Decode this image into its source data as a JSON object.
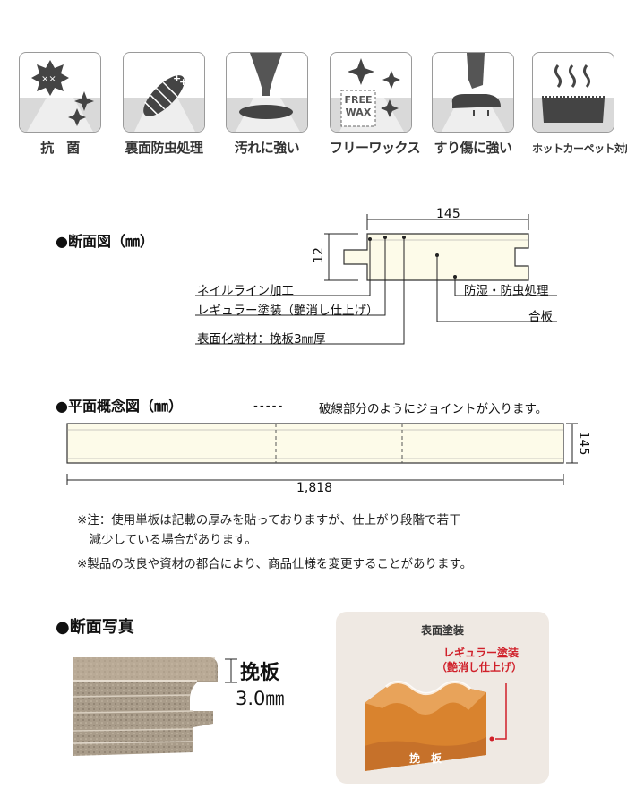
{
  "features": [
    {
      "label": "抗　菌",
      "icon": "antibacterial-icon"
    },
    {
      "label": "裏面防虫処理",
      "icon": "insect-proof-icon"
    },
    {
      "label": "汚れに強い",
      "icon": "stain-resistant-icon"
    },
    {
      "label": "フリーワックス",
      "icon": "free-wax-icon",
      "badge_top": "FREE",
      "badge_bottom": "WAX"
    },
    {
      "label": "すり傷に強い",
      "icon": "scratch-resistant-icon"
    },
    {
      "label": "ホットカーペット対応",
      "icon": "hot-carpet-icon"
    }
  ],
  "cross_section": {
    "title": "●断面図（㎜）",
    "width": "145",
    "thickness": "12",
    "callouts": [
      "ネイルライン加工",
      "レギュラー塗装（艶消し仕上げ）",
      "表面化粧材：挽板3㎜厚"
    ],
    "right_callouts": [
      "防湿・防虫処理",
      "合板"
    ]
  },
  "plan": {
    "title": "●平面概念図（㎜）",
    "legend_dashes": "-----",
    "legend_text": "破線部分のようにジョイントが入ります。",
    "length": "1,818",
    "width": "145"
  },
  "notes": [
    "※注：使用単板は記載の厚みを貼っておりますが、仕上がり段階で若干",
    "　減少している場合があります。",
    "※製品の改良や資材の都合により、商品仕様を変更することがあります。"
  ],
  "photo": {
    "title": "●断面写真",
    "veneer_label": "挽板",
    "veneer_thickness": "3.0㎜"
  },
  "coating": {
    "title": "表面塗装",
    "red_label_1": "レギュラー塗装",
    "red_label_2": "（艶消し仕上げ）",
    "board_label": "挽　板"
  },
  "colors": {
    "accent_red": "#d0202a",
    "board": "#fdfbe9",
    "coat_wood": "#d9832e",
    "panel_bg": "#efe9e3"
  }
}
